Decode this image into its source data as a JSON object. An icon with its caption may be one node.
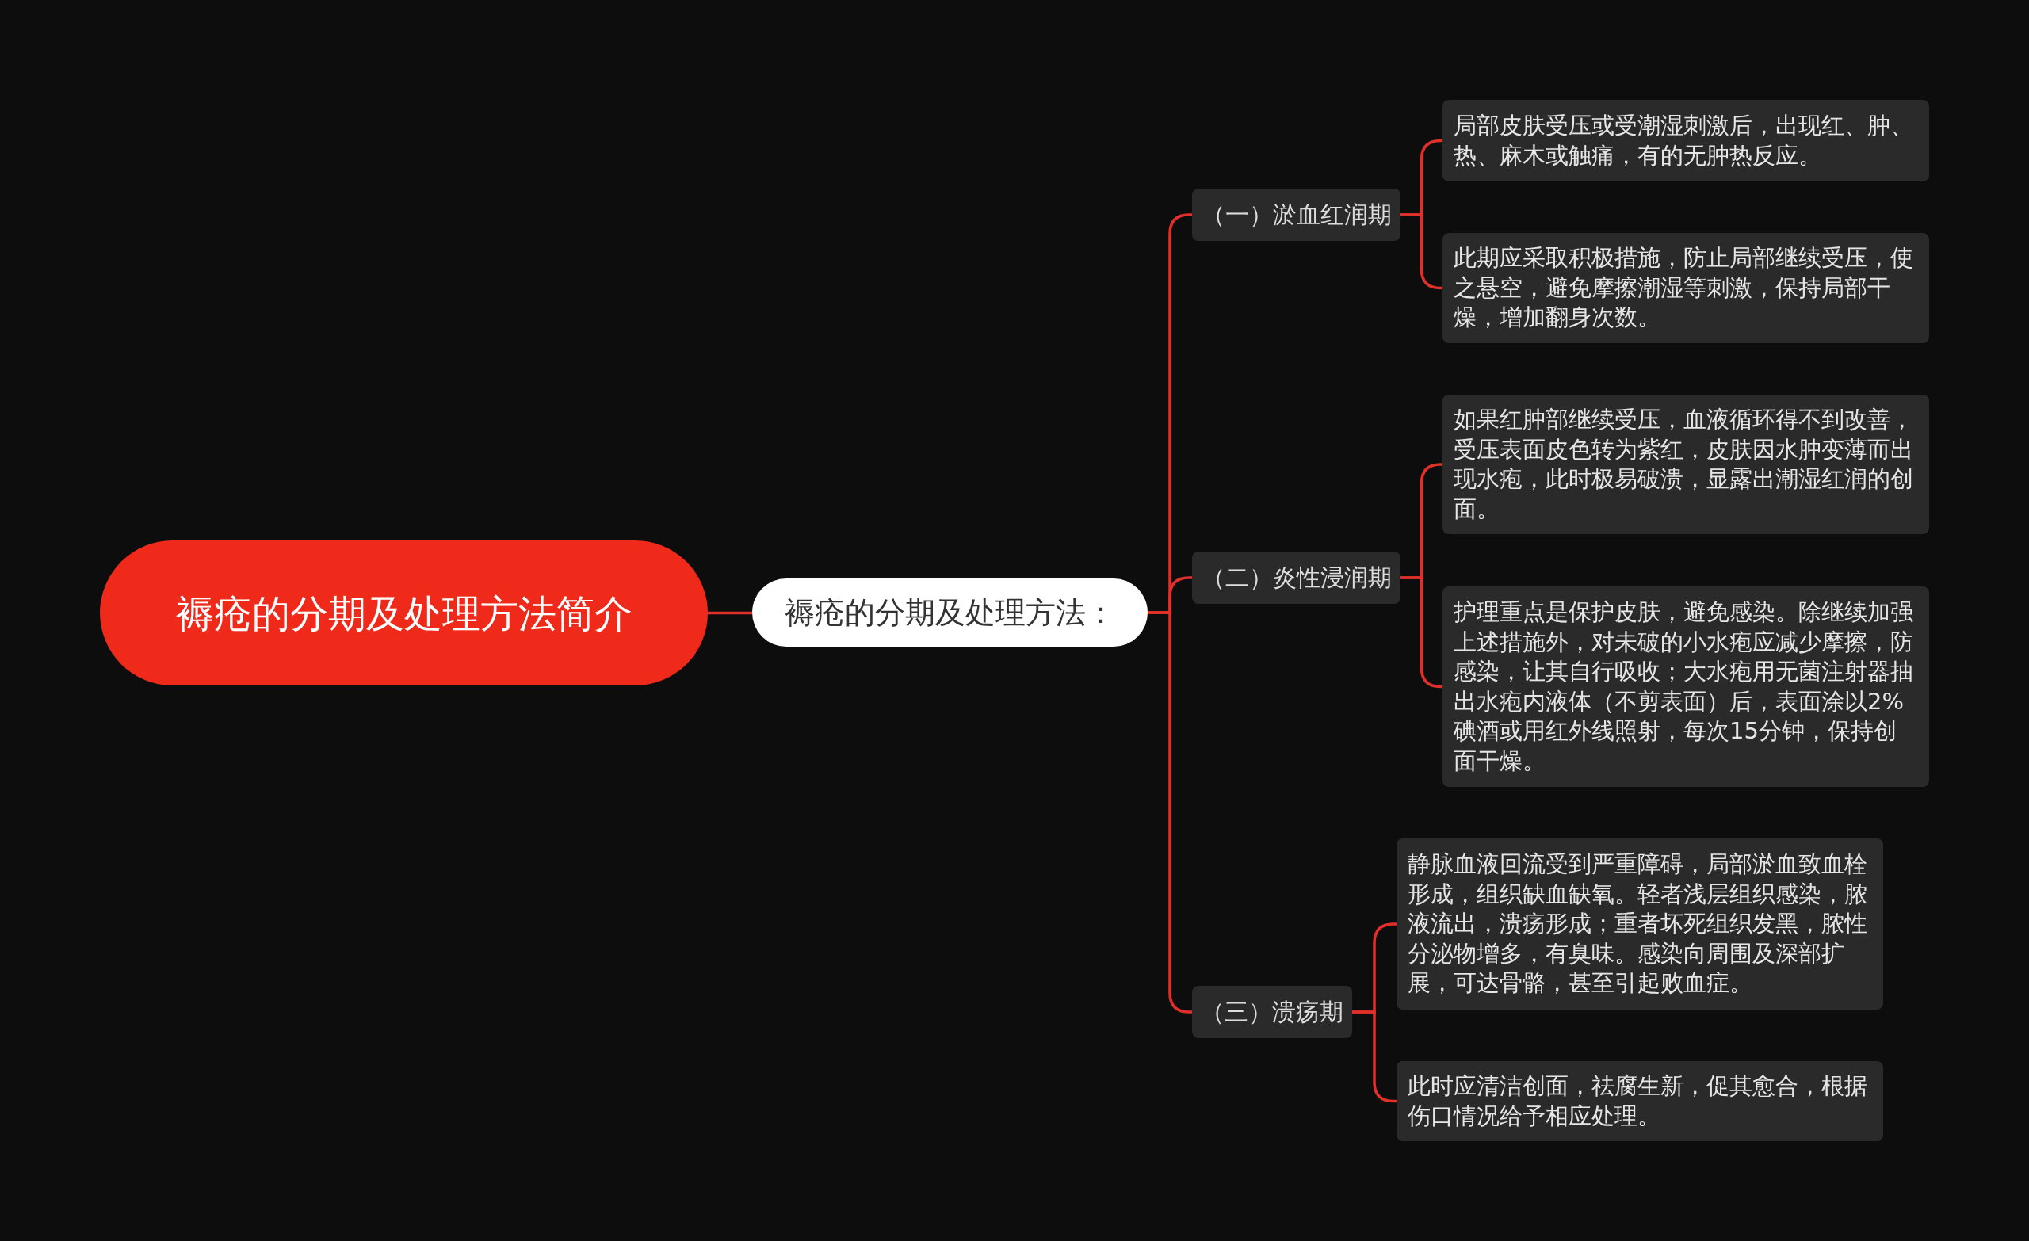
{
  "diagram": {
    "nodes": [
      {
        "text": [
          "褥疮的分期及处理方法简介"
        ]
      },
      {
        "text": [
          "褥疮的分期及处理方法："
        ]
      },
      {
        "text": [
          "（一）淤血红润期"
        ]
      },
      {
        "text": [
          "局部皮肤受压或受潮湿刺激后，出现红、肿、热、麻木或触痛，有的无肿热反应。"
        ]
      },
      {
        "text": [
          "此期应采取积极措施，防止局部继续受压，使之悬空，避免摩擦潮湿等刺激，保持局部干燥，增加翻身次数。"
        ]
      },
      {
        "text": [
          "（二）炎性浸润期"
        ]
      },
      {
        "text": [
          "如果红肿部继续受压，血液循环得不到改善，受压表面皮色转为紫红，皮肤因水肿变薄而出现水疱，此时极易破溃，显露出潮湿红润的创面。"
        ]
      },
      {
        "text": [
          "护理重点是保护皮肤，避免感染。除继续加强上述措施外，对未破的小水疱应减少摩擦，防感染，让其自行吸收；大水疱用无菌注射器抽出水疱内液体（不剪表面）后，表面涂以2%碘酒或用红外线照射，每次15分钟，保持创面干燥。"
        ]
      },
      {
        "text": [
          "（三）溃疡期"
        ]
      },
      {
        "text": [
          "静脉血液回流受到严重障碍，局部淤血致血栓形成，组织缺血缺氧。轻者浅层组织感染，脓液流出，溃疡形成；重者坏死组织发黑，脓性分泌物增多，有臭味。感染向周围及深部扩展，可达骨骼，甚至引起败血症。"
        ]
      },
      {
        "text": [
          "此时应清洁创面，祛腐生新，促其愈合，根据伤口情况给予相应处理。"
        ]
      }
    ],
    "edges": [
      {
        "from": 0,
        "to": 1,
        "arrow": "none"
      },
      {
        "from": 1,
        "to": 2,
        "arrow": "none"
      },
      {
        "from": 1,
        "to": 5,
        "arrow": "none"
      },
      {
        "from": 1,
        "to": 8,
        "arrow": "none"
      },
      {
        "from": 2,
        "to": 3,
        "arrow": "none"
      },
      {
        "from": 2,
        "to": 4,
        "arrow": "none"
      },
      {
        "from": 5,
        "to": 6,
        "arrow": "none"
      },
      {
        "from": 5,
        "to": 7,
        "arrow": "none"
      },
      {
        "from": 8,
        "to": 9,
        "arrow": "none"
      },
      {
        "from": 8,
        "to": 10,
        "arrow": "none"
      }
    ]
  }
}
